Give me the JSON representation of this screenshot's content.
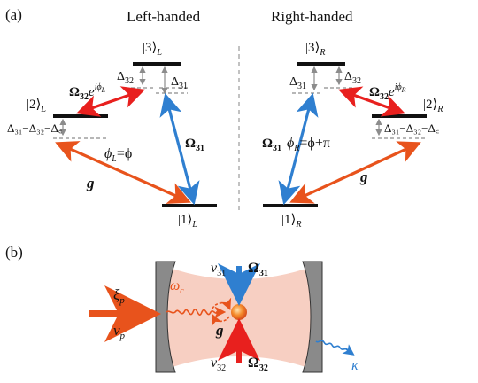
{
  "panel_a": {
    "label": "(a)",
    "left": {
      "title": "Left-handed",
      "ket3": "|3⟩",
      "ket3_sub": "L",
      "ket2": "|2⟩",
      "ket2_sub": "L",
      "ket1": "|1⟩",
      "ket1_sub": "L",
      "delta32": "Δ",
      "delta32_sub": "32",
      "delta31": "Δ",
      "delta31_sub": "31",
      "omega32": "Ω",
      "omega32_sub": "32",
      "omega32_exp": "e",
      "omega32_sup": "iϕ",
      "omega32_sup_sub": "L",
      "detuning2": "Δ₃₁−Δ₃₂−Δ꜀",
      "phi": "ϕ",
      "phi_sub": "L",
      "phi_eq": "=ϕ",
      "omega31": "Ω",
      "omega31_sub": "31",
      "g": "g"
    },
    "right": {
      "title": "Right-handed",
      "ket3": "|3⟩",
      "ket3_sub": "R",
      "ket2": "|2⟩",
      "ket2_sub": "R",
      "ket1": "|1⟩",
      "ket1_sub": "R",
      "delta32": "Δ",
      "delta32_sub": "32",
      "delta31": "Δ",
      "delta31_sub": "31",
      "omega32": "Ω",
      "omega32_sub": "32",
      "omega32_exp": "e",
      "omega32_sup": "iϕ",
      "omega32_sup_sub": "R",
      "detuning2": "Δ₃₁−Δ₃₂−Δ꜀",
      "phi": "ϕ",
      "phi_sub": "R",
      "phi_eq": "=ϕ+π",
      "omega31": "Ω",
      "omega31_sub": "31",
      "g": "g"
    }
  },
  "panel_b": {
    "label": "(b)",
    "xi": "ξ",
    "xi_sub": "p",
    "nu_p": "v",
    "nu_p_sub": "p",
    "omega_c": "ω",
    "omega_c_sub": "c",
    "g": "g",
    "v31": "v",
    "v31_sub": "31",
    "Omega31": "Ω",
    "Omega31_sub": "31",
    "v32": "v",
    "v32_sub": "32",
    "Omega32": "Ω",
    "Omega32_sub": "32",
    "kappa": "κ"
  },
  "colors": {
    "red": "#e8201e",
    "orange": "#e8531c",
    "blue": "#2f7fd0",
    "level": "#111111",
    "dashed": "#8c8c8c",
    "cavity_fill": "#f7cfc2",
    "mirror": "#8a8a8a"
  }
}
